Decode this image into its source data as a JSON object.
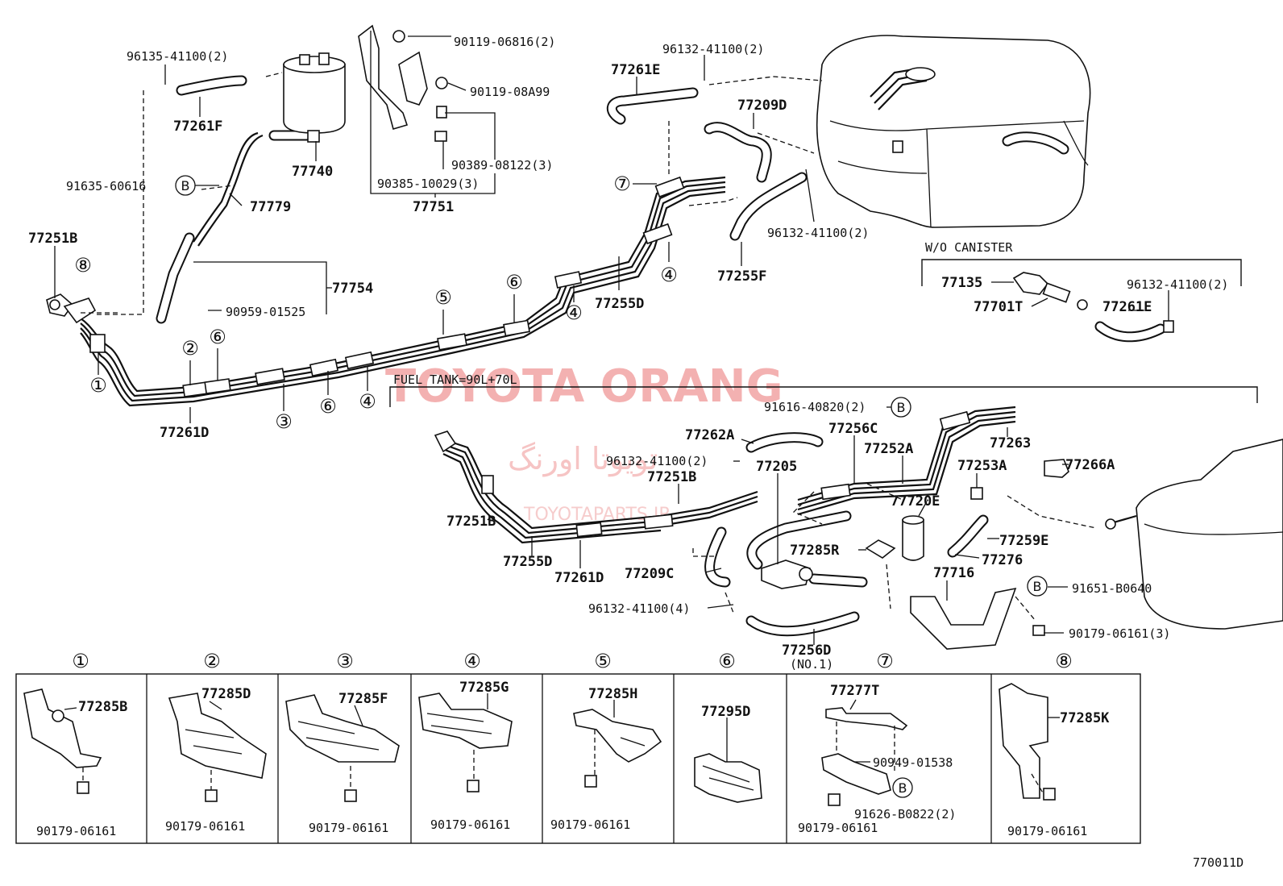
{
  "labels": {
    "p96135_41100": "96135-41100(2)",
    "p77261F": "77261F",
    "p77740": "77740",
    "p91635_60616": "91635-60616",
    "p77779": "77779",
    "p77754": "77754",
    "p90959_01525": "90959-01525",
    "p77251B_top": "77251B",
    "p77261D_top": "77261D",
    "p90119_06816": "90119-06816(2)",
    "p90119_08A99": "90119-08A99",
    "p90389_08122": "90389-08122(3)",
    "p90385_10029": "90385-10029(3)",
    "p77751": "77751",
    "p96132_41100_top": "96132-41100(2)",
    "p77261E_top": "77261E",
    "p77209D": "77209D",
    "p96132_41100_mid": "96132-41100(2)",
    "p77255F": "77255F",
    "p77255D_top": "77255D",
    "wo_canister": "W/O CANISTER",
    "p77135": "77135",
    "p77701T": "77701T",
    "p77261E_right": "77261E",
    "p96132_41100_right": "96132-41100(2)",
    "fuel_tank": "FUEL TANK=90L+70L",
    "p91616_40820": "91616-40820(2)",
    "p77262A": "77262A",
    "p77256C": "77256C",
    "p77252A": "77252A",
    "p77263": "77263",
    "p96132_41100_low": "96132-41100(2)",
    "p77205": "77205",
    "p77251B_low1": "77251B",
    "p77253A": "77253A",
    "p77266A": "77266A",
    "p77251B_low2": "77251B",
    "p77720E": "77720E",
    "p77285R": "77285R",
    "p77259E": "77259E",
    "p77276": "77276",
    "p77255D_low": "77255D",
    "p77261D_low": "77261D",
    "p77209C": "77209C",
    "p77716": "77716",
    "p91651_B0640": "91651-B0640",
    "p96132_41100_4": "96132-41100(4)",
    "p90179_06161_3": "90179-06161(3)",
    "p77256D": "77256D",
    "no1": "(NO.1)",
    "diagram_id": "770011D"
  },
  "callouts": [
    "①",
    "②",
    "③",
    "④",
    "⑤",
    "⑥",
    "⑦",
    "⑧"
  ],
  "ref_b": "B",
  "watermark": {
    "main": "TOYOTA ORANG",
    "persian": "تويوتا اورنگ",
    "url": "TOYOTAPARTS.IR"
  },
  "panels": [
    {
      "num": "①",
      "part": "77285B",
      "bolt": "90179-06161"
    },
    {
      "num": "②",
      "part": "77285D",
      "bolt": "90179-06161"
    },
    {
      "num": "③",
      "part": "77285F",
      "bolt": "90179-06161"
    },
    {
      "num": "④",
      "part": "77285G",
      "bolt": "90179-06161"
    },
    {
      "num": "⑤",
      "part": "77285H",
      "bolt": "90179-06161"
    },
    {
      "num": "⑥",
      "part": "77295D"
    },
    {
      "num": "⑦",
      "part": "77277T",
      "part2": "90949-01538",
      "part3": "91626-B0822(2)",
      "ref": "B",
      "bolt": "90179-06161"
    },
    {
      "num": "⑧",
      "part": "77285K",
      "bolt": "90179-06161"
    }
  ]
}
